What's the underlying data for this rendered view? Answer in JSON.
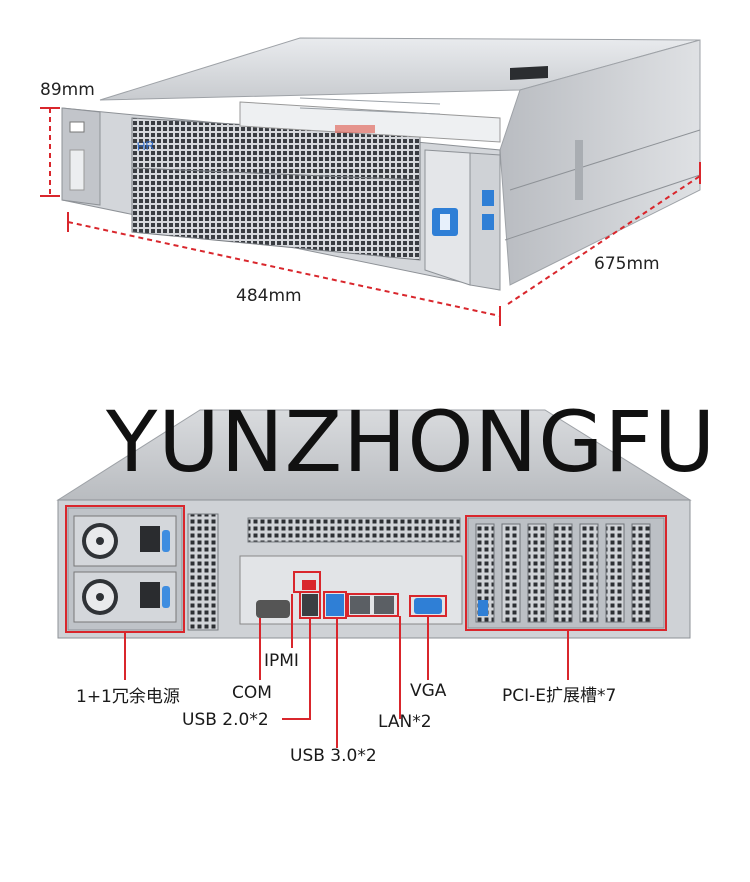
{
  "front_view": {
    "brand_label": "HR",
    "dimensions": {
      "height": "89mm",
      "width": "484mm",
      "depth": "675mm"
    }
  },
  "watermark": "YUNZHONGFU",
  "rear_view": {
    "callouts": {
      "psu": "1+1冗余电源",
      "ipmi": "IPMI",
      "com": "COM",
      "usb2": "USB 2.0*2",
      "usb3": "USB 3.0*2",
      "lan": "LAN*2",
      "vga": "VGA",
      "pcie": "PCI-E扩展槽*7"
    }
  },
  "colors": {
    "callout_red": "#d9262c",
    "dimension_red": "#d9262c",
    "chassis_silver": "#c9ccd0",
    "accent_blue": "#2f7fd6"
  }
}
